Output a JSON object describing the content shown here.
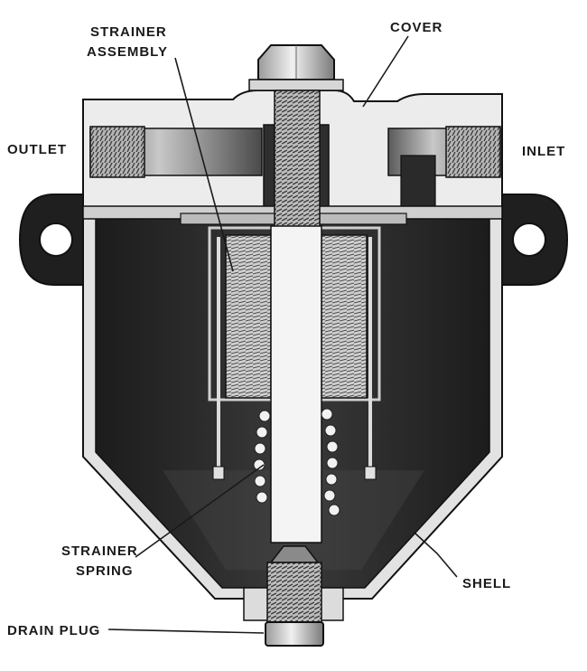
{
  "labels": {
    "strainer_assembly_line1": "STRAINER",
    "strainer_assembly_line2": "ASSEMBLY",
    "cover": "COVER",
    "outlet": "OUTLET",
    "inlet": "INLET",
    "strainer_spring_line1": "STRAINER",
    "strainer_spring_line2": "SPRING",
    "shell": "SHELL",
    "drain_plug": "DRAIN PLUG"
  },
  "colors": {
    "ink": "#1a1a1a",
    "metal_light": "#e6e6e6",
    "metal_mid": "#8a8a8a",
    "interior_dark": "#2b2b2b",
    "background": "#ffffff"
  }
}
